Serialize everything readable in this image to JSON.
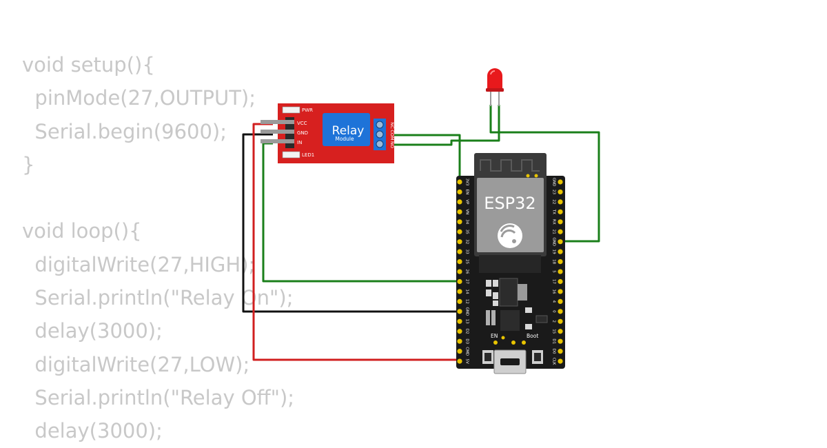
{
  "code": {
    "lines": [
      "void setup(){",
      "  pinMode(27,OUTPUT);",
      "  Serial.begin(9600);",
      "}",
      "",
      "void loop(){",
      "  digitalWrite(27,HIGH);",
      "  Serial.println(\"Relay On\");",
      "  delay(3000);",
      "  digitalWrite(27,LOW);",
      "  Serial.println(\"Relay Off\");",
      "  delay(3000);"
    ]
  },
  "relay": {
    "title": "Relay",
    "subtitle": "Module",
    "pin_labels": [
      "VCC",
      "GND",
      "IN"
    ],
    "led_pwr": "PWR",
    "led1": "LED1",
    "terminal_labels": [
      "NC",
      "COM",
      "NO"
    ]
  },
  "esp32": {
    "title": "ESP32",
    "left_pins": [
      "3V3",
      "EN",
      "VP",
      "VN",
      "34",
      "35",
      "32",
      "33",
      "25",
      "26",
      "27",
      "14",
      "12",
      "GND",
      "13",
      "D2",
      "D3",
      "CMD",
      "5V"
    ],
    "right_pins": [
      "GND",
      "23",
      "22",
      "TX",
      "RX",
      "21",
      "GND",
      "19",
      "18",
      "5",
      "17",
      "16",
      "4",
      "0",
      "2",
      "15",
      "D1",
      "D0",
      "CLK"
    ],
    "en_label": "EN",
    "boot_label": "Boot"
  },
  "colors": {
    "wire_green": "#1a7f1a",
    "wire_red": "#d11f1f",
    "wire_black": "#111111",
    "board": "#1a1a1a",
    "relay_board": "#d7201f",
    "relay_block": "#1e73d8",
    "led_red": "#e8191c",
    "pin_yellow": "#e8c400"
  }
}
